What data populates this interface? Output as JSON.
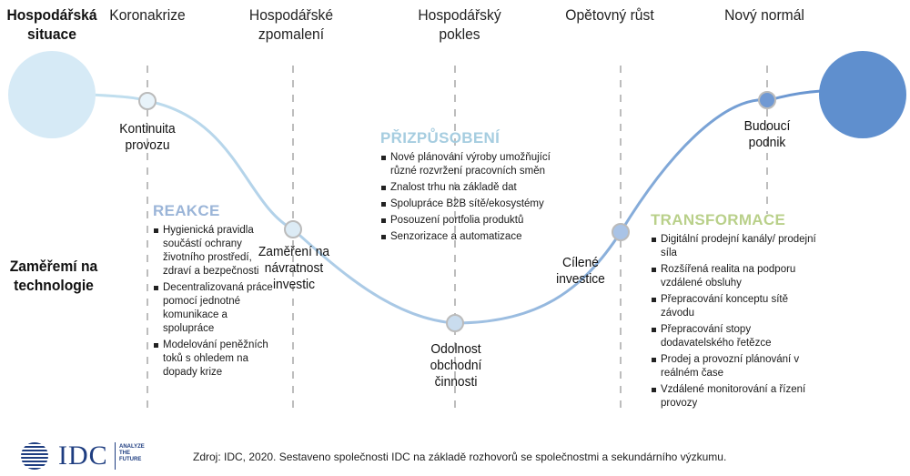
{
  "phases": {
    "situation": "Hospodářská situace",
    "crisis": "Koronakrize",
    "slowdown": "Hospodářské zpomalení",
    "decline": "Hospodářský pokles",
    "regrowth": "Opětovný růst",
    "new_normal": "Nový normál"
  },
  "side_label": "Zaměřemí na technologie",
  "nodes": {
    "continuity": "Kontinuita provozu",
    "roi": "Zaměření na návratnost investic",
    "resilience": "Odolnost obchodní činnosti",
    "targeted": "Cílené investice",
    "future": "Budoucí podnik"
  },
  "sections": {
    "reaction": {
      "title": "REAKCE",
      "color": "#9bb5d8",
      "items": [
        "Hygienická pravidla součástí ochrany životního prostředí, zdraví a bezpečnosti",
        "Decentralizovaná práce pomocí jednotné komunikace a spolupráce",
        "Modelování peněžních toků s ohledem na dopady krize"
      ]
    },
    "adaptation": {
      "title": "PŘIZPŮSOBENÍ",
      "color": "#a6cde0",
      "items": [
        "Nové plánování výroby umožňující různé rozvržení pracovních směn",
        "Znalost trhu na základě dat",
        "Spolupráce B2B sítě/ekosystémy",
        "Posouzení portfolia produktů",
        "Senzorizace a automatizace"
      ]
    },
    "transformation": {
      "title": "TRANSFORMACE",
      "color": "#b9d08a",
      "items": [
        "Digitální prodejní kanály/ prodejní síla",
        "Rozšířená realita na podporu vzdálené obsluhy",
        "Přepracování konceptu sítě závodu",
        "Přepracování stopy dodavatelského řetězce",
        "Prodej a provozní plánování v reálném čase",
        "Vzdálené monitorování a řízení provozy"
      ]
    }
  },
  "colors": {
    "start_circle": "#d6eaf6",
    "end_circle": "#5f8fce",
    "curve_start": "#c2e0ef",
    "curve_end": "#6693cf",
    "dashed": "#bdbdbd",
    "logo": "#1e3d80"
  },
  "footer": {
    "logo_text": "IDC",
    "logo_tagline": "ANALYZE THE FUTURE",
    "source": "Zdroj: IDC, 2020. Sestaveno společnosti IDC na základě rozhovorů se společnostmi a sekundárního výzkumu."
  }
}
